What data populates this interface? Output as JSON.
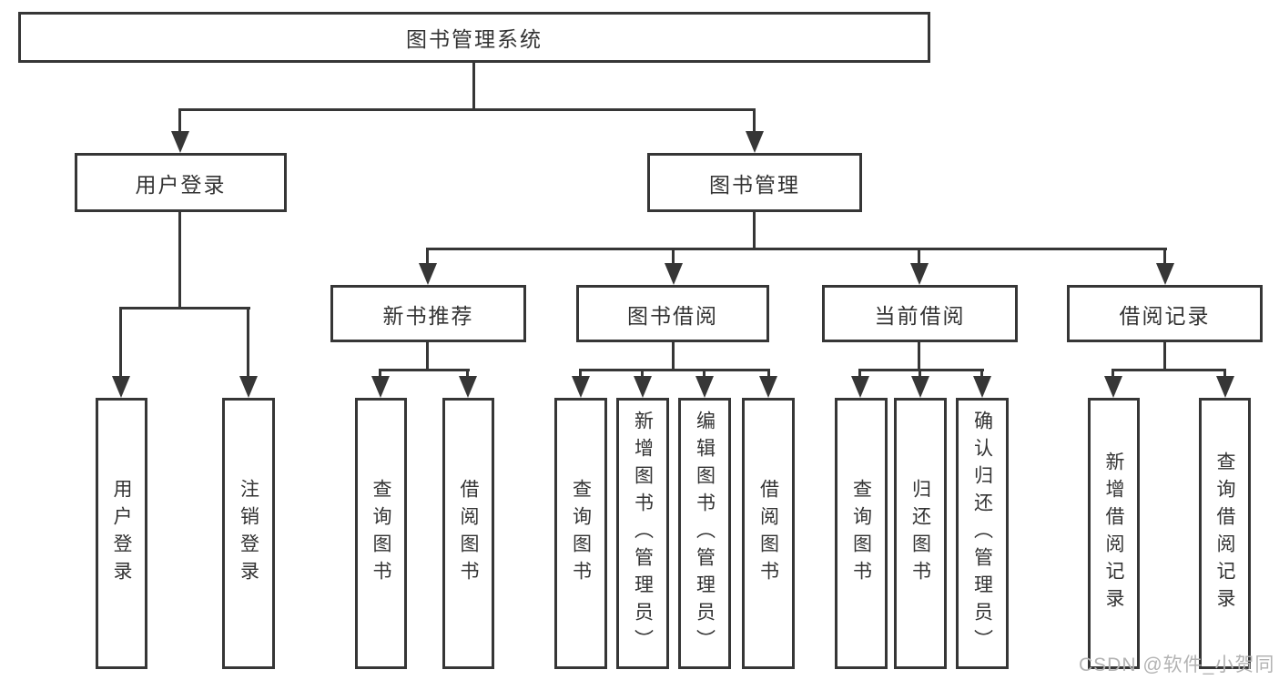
{
  "tree": {
    "root": {
      "label": "图书管理系统"
    },
    "branches": [
      {
        "label": "用户登录",
        "children": [
          {
            "label": "用户登录"
          },
          {
            "label": "注销登录"
          }
        ]
      },
      {
        "label": "图书管理",
        "sections": [
          {
            "label": "新书推荐",
            "children": [
              {
                "label": "查询图书"
              },
              {
                "label": "借阅图书"
              }
            ]
          },
          {
            "label": "图书借阅",
            "children": [
              {
                "label": "查询图书"
              },
              {
                "label": "新增图书（管理员）"
              },
              {
                "label": "编辑图书（管理员）"
              },
              {
                "label": "借阅图书"
              }
            ]
          },
          {
            "label": "当前借阅",
            "children": [
              {
                "label": "查询图书"
              },
              {
                "label": "归还图书"
              },
              {
                "label": "确认归还（管理员）"
              }
            ]
          },
          {
            "label": "借阅记录",
            "children": [
              {
                "label": "新增借阅记录"
              },
              {
                "label": "查询借阅记录"
              }
            ]
          }
        ]
      }
    ]
  },
  "watermark": {
    "text": "CSDN @软件_小贺同学"
  },
  "colors": {
    "line": "#363636",
    "text": "#333333",
    "watermark": "#b3b3b3",
    "background": "#ffffff"
  }
}
